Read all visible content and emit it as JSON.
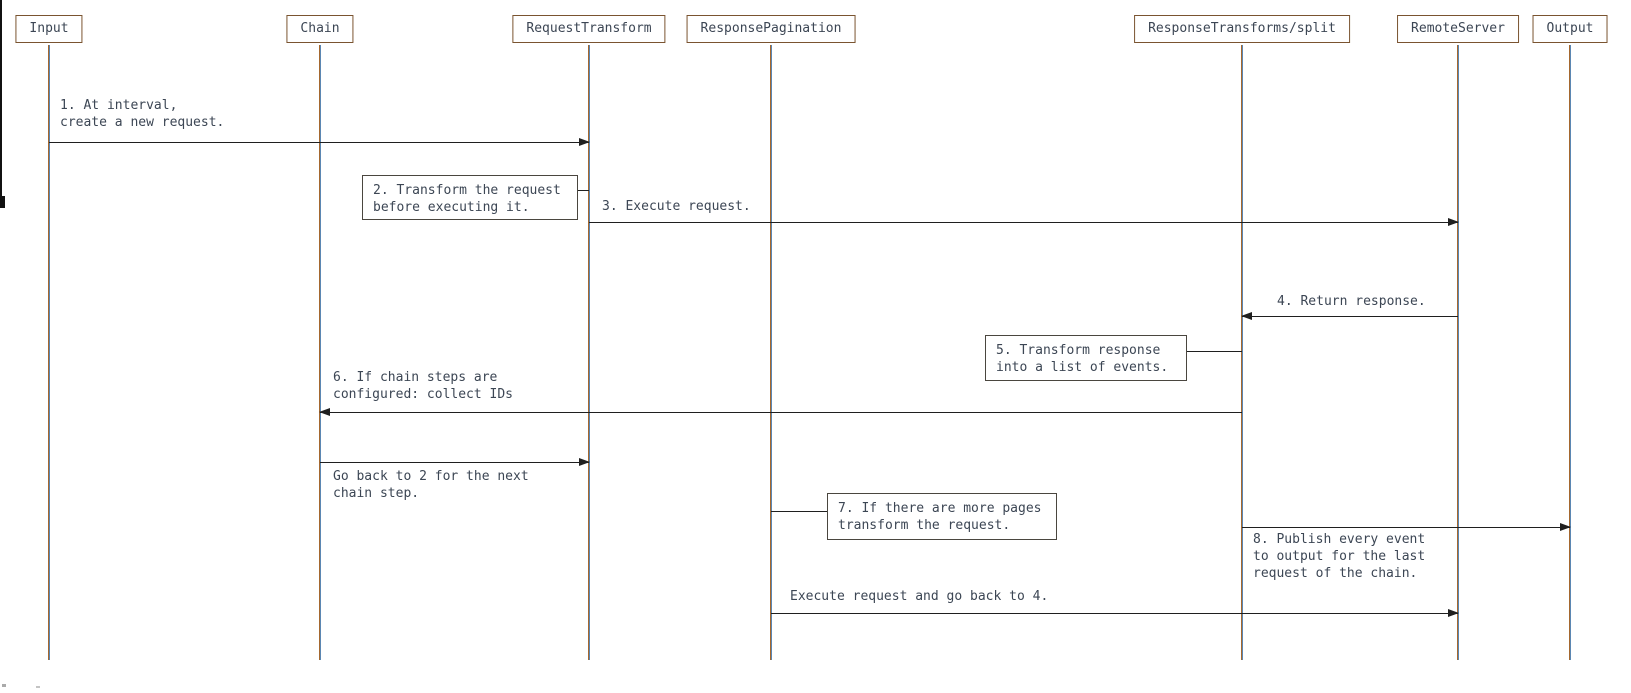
{
  "diagram_type": "sequence-diagram",
  "actors": [
    {
      "id": "input",
      "label": "Input"
    },
    {
      "id": "chain",
      "label": "Chain"
    },
    {
      "id": "request-transform",
      "label": "RequestTransform"
    },
    {
      "id": "response-pagination",
      "label": "ResponsePagination"
    },
    {
      "id": "response-transforms-split",
      "label": "ResponseTransforms/split"
    },
    {
      "id": "remote-server",
      "label": "RemoteServer"
    },
    {
      "id": "output",
      "label": "Output"
    }
  ],
  "messages": {
    "m1": {
      "from": "Input",
      "to": "RequestTransform",
      "label": "1. At interval,\ncreate a new request."
    },
    "m3": {
      "from": "RequestTransform",
      "to": "RemoteServer",
      "label": "3. Execute request."
    },
    "m4": {
      "from": "RemoteServer",
      "to": "ResponseTransforms/split",
      "label": "4. Return response."
    },
    "m6": {
      "from": "ResponseTransforms/split",
      "to": "Chain",
      "label": "6. If chain steps are\nconfigured: collect IDs"
    },
    "go_back": {
      "from": "Chain",
      "to": "RequestTransform",
      "label": "Go back to 2 for the next\nchain step."
    },
    "m8": {
      "from": "ResponseTransforms/split",
      "to": "Output",
      "label": "8. Publish every event\nto output for the last\nrequest of the chain."
    },
    "execute_again": {
      "from": "ResponsePagination",
      "to": "RemoteServer",
      "label": "Execute request and go back to 4."
    }
  },
  "notes": {
    "n2": {
      "attached_to": "RequestTransform",
      "label": "2. Transform the request\nbefore executing it."
    },
    "n5": {
      "attached_to": "ResponseTransforms/split",
      "label": "5. Transform response\ninto a list of events."
    },
    "n7": {
      "attached_to": "ResponsePagination",
      "label": "7. If there are more pages\ntransform the request."
    }
  },
  "colors": {
    "background": "#ffffff",
    "arrow_line": "#1f1f1f",
    "text": "#3c4654",
    "actor_border": "#7a5430",
    "lifeline_left_fringe": "#a5682f",
    "lifeline_right_fringe": "#5b87b3"
  }
}
